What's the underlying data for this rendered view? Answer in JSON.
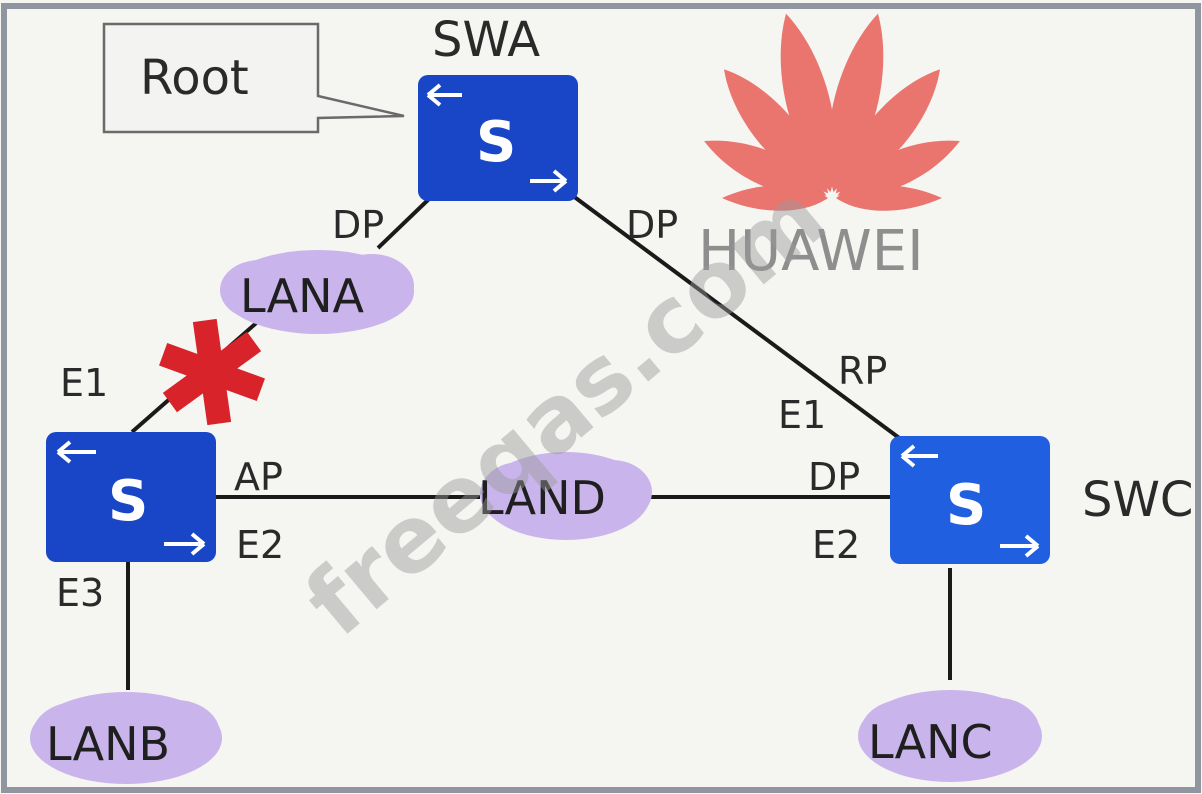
{
  "switches": {
    "swa": {
      "name": "SWA",
      "letter": "S"
    },
    "swb": {
      "letter": "S"
    },
    "swc": {
      "name": "SWC",
      "letter": "S"
    }
  },
  "callout": {
    "text": "Root"
  },
  "port_labels": {
    "swa_left_role": "DP",
    "swa_right_role": "DP",
    "swb_e1": "E1",
    "swb_ap": "AP",
    "swb_e2": "E2",
    "swb_e3": "E3",
    "swc_rp": "RP",
    "swc_e1": "E1",
    "swc_dp": "DP",
    "swc_e2": "E2"
  },
  "lans": {
    "lana": "LANA",
    "lanb": "LANB",
    "lanc": "LANC",
    "land": "LAND"
  },
  "watermark": {
    "brand": "HUAWEI",
    "site": "freeqas.com"
  },
  "colors": {
    "switch_fill": "#1846c7",
    "cloud_fill": "#c9b4ec",
    "link_stroke": "#1a1a1a",
    "blocked_mark": "#d8232a",
    "logo_petals": "#e8564f"
  },
  "icons": [
    "switch-icon",
    "blocked-port-x-icon",
    "huawei-logo-icon",
    "lan-cloud-icon"
  ]
}
